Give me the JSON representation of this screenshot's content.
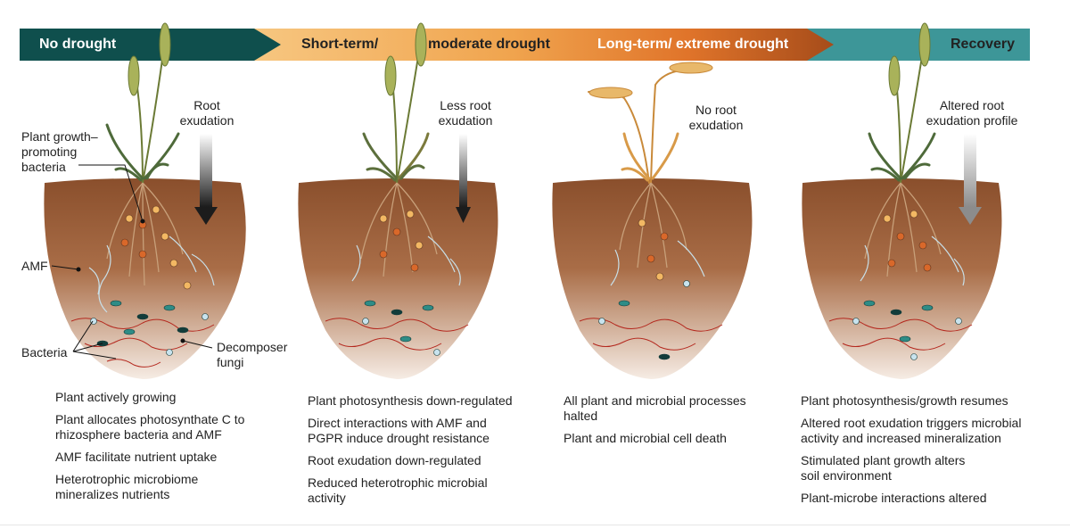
{
  "stages": [
    {
      "title": "No drought",
      "exudation": "Root exudation",
      "notes": [
        "Plant actively growing",
        "Plant allocates photosynthate C to rhizosphere bacteria and AMF",
        "AMF facilitate nutrient uptake",
        "Heterotrophic microbiome mineralizes nutrients"
      ]
    },
    {
      "title_a": "Short-term/",
      "title_b": "moderate drought",
      "exudation": "Less root exudation",
      "notes": [
        "Plant photosynthesis down-regulated",
        "Direct interactions with AMF and PGPR induce drought resistance",
        "Root exudation down-regulated",
        "Reduced heterotrophic microbial activity"
      ]
    },
    {
      "title": "Long-term/ extreme drought",
      "exudation": "No root exudation",
      "notes": [
        "All plant and microbial processes halted",
        "Plant and microbial cell death"
      ]
    },
    {
      "title": "Recovery",
      "exudation": "Altered root exudation profile",
      "notes": [
        "Plant photosynthesis/growth resumes",
        "Altered root exudation triggers microbial activity and increased mineralization",
        "Stimulated plant growth alters soil environment",
        "Plant-microbe interactions altered"
      ]
    }
  ],
  "labels": {
    "pgpb": "Plant growth–promoting bacteria",
    "amf": "AMF",
    "bacteria": "Bacteria",
    "fungi": "Decomposer fungi"
  },
  "colors": {
    "no_drought": "#0f4f4d",
    "short_term": "#f2b05a",
    "long_term": "#e0742a",
    "recovery": "#3d9698",
    "soil": "#9a5c36"
  }
}
